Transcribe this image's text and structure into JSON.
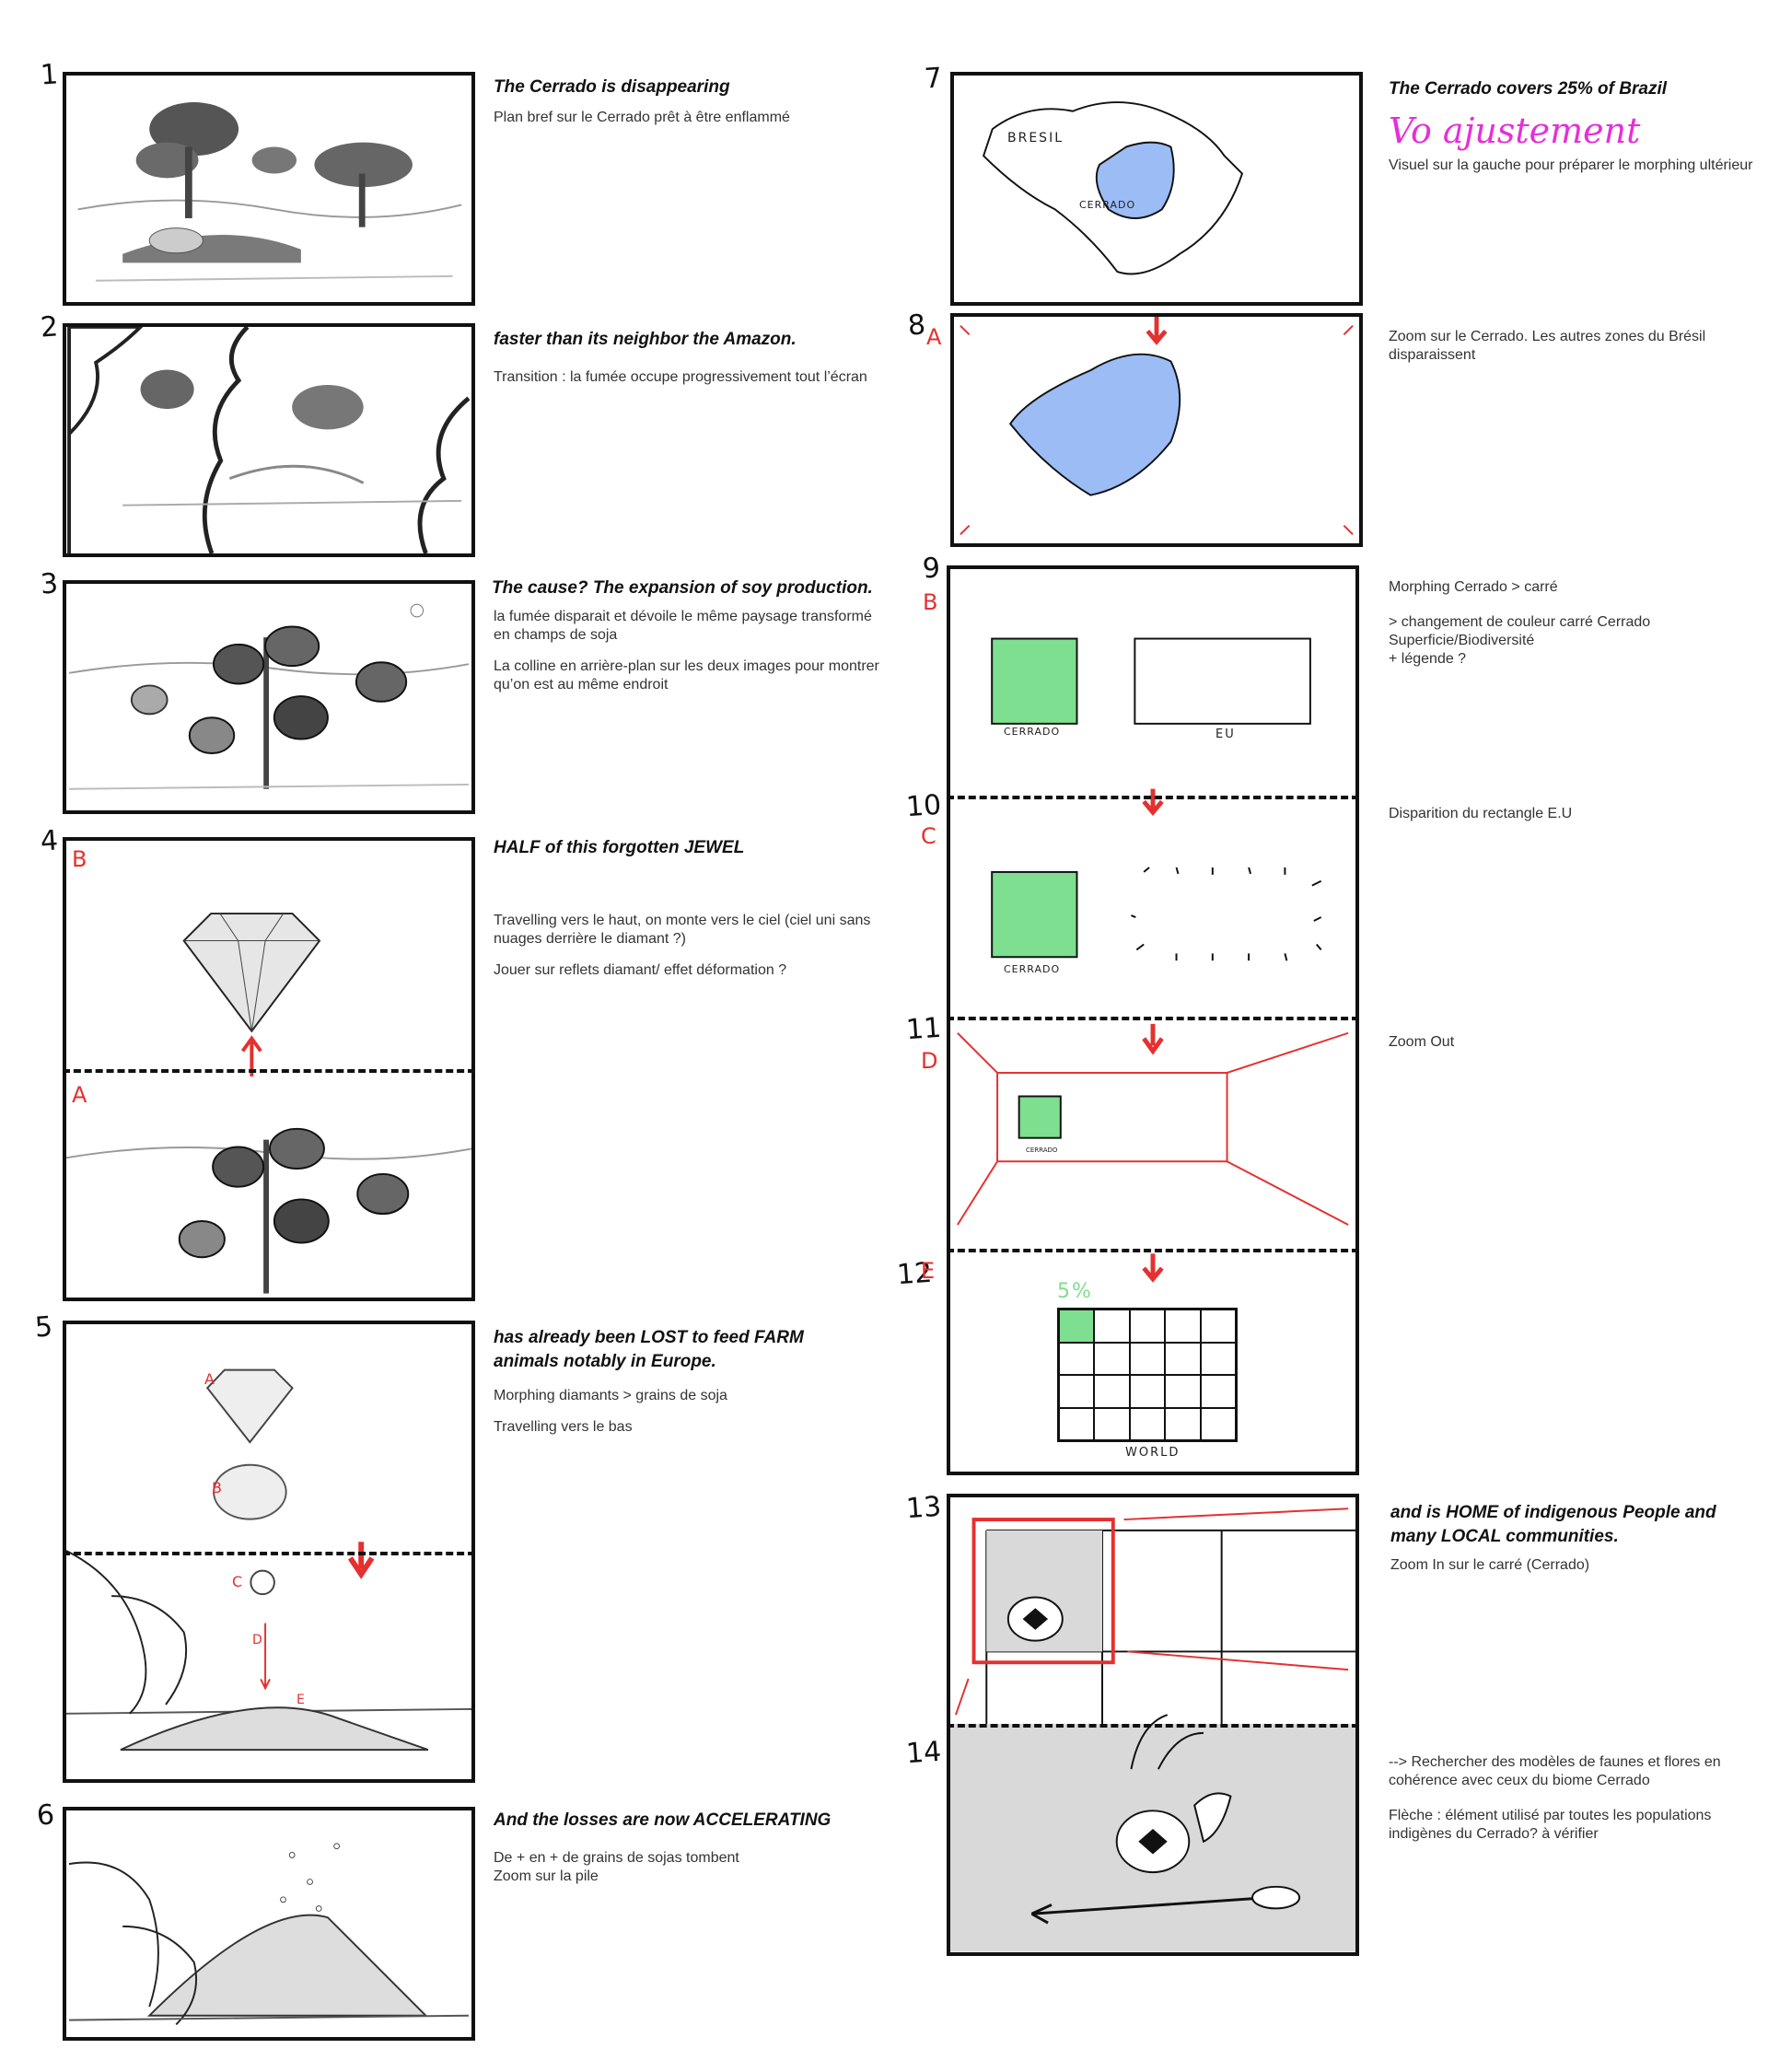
{
  "colors": {
    "cerrado_blue": "#9bbcf4",
    "cerrado_green": "#7ddf8f",
    "annotation_red": "#e53030",
    "vo_magenta": "#e62fd8",
    "grey_panel": "#d9d9d9"
  },
  "scenes": [
    {
      "num": "1",
      "title": "The Cerrado is disappearing",
      "notes": [
        "Plan bref sur le Cerrado prêt à être enflammé"
      ]
    },
    {
      "num": "2",
      "title": "faster than its neighbor the Amazon.",
      "notes": [
        "Transition : la fumée occupe progressivement tout l’écran"
      ]
    },
    {
      "num": "3",
      "title": "The cause? The expansion of soy production.",
      "notes": [
        "la fumée disparait et dévoile le même paysage transformé en champs de soja",
        "La colline en arrière-plan sur les deux images pour montrer qu’on est au même endroit"
      ]
    },
    {
      "num": "4",
      "title": "HALF of this forgotten JEWEL",
      "notes": [
        "Travelling vers le haut, on monte vers le ciel (ciel uni sans nuages derrière le diamant ?)",
        "Jouer sur reflets diamant/ effet déformation ?"
      ],
      "letters": [
        "B",
        "A"
      ]
    },
    {
      "num": "5",
      "title": "has already been LOST to feed FARM animals notably in Europe.",
      "notes": [
        "Morphing diamants > grains de soja",
        "Travelling vers le bas"
      ],
      "letters": [
        "A",
        "B",
        "C",
        "D",
        "E"
      ]
    },
    {
      "num": "6",
      "title": "And the losses are now ACCELERATING",
      "notes": [
        "De + en + de grains de sojas tombent\nZoom sur la pile"
      ]
    },
    {
      "num": "7",
      "title": "The Cerrado covers 25% of Brazil",
      "vo": "Vo ajustement",
      "notes": [
        "Visuel sur la gauche pour préparer le morphing ultérieur"
      ],
      "map_labels": [
        "BRESIL",
        "CERRADO"
      ]
    },
    {
      "num": "8",
      "letter": "A",
      "notes": [
        "Zoom sur le Cerrado. Les autres zones du Brésil disparaissent"
      ]
    },
    {
      "num": "9",
      "letter": "B",
      "notes": [
        "Morphing Cerrado > carré",
        "> changement de couleur carré Cerrado\nSuperficie/Biodiversité\n+ légende ?"
      ],
      "labels": [
        "CERRADO",
        "EU"
      ]
    },
    {
      "num": "10",
      "letter": "C",
      "notes": [
        "Disparition du rectangle E.U"
      ],
      "labels": [
        "CERRADO"
      ]
    },
    {
      "num": "11",
      "letter": "D",
      "notes": [
        "Zoom Out"
      ],
      "labels": [
        "CERRADO"
      ]
    },
    {
      "num": "12",
      "letter": "E",
      "percent": "5%",
      "label": "WORLD"
    },
    {
      "num": "13",
      "title": "and is HOME of indigenous People and many LOCAL communities.",
      "notes": [
        "Zoom In sur le carré (Cerrado)"
      ]
    },
    {
      "num": "14",
      "notes": [
        "--> Rechercher des modèles de faunes et flores en cohérence avec ceux du biome Cerrado",
        "Flèche : élément utilisé par toutes les populations indigènes du Cerrado? à vérifier"
      ]
    }
  ]
}
